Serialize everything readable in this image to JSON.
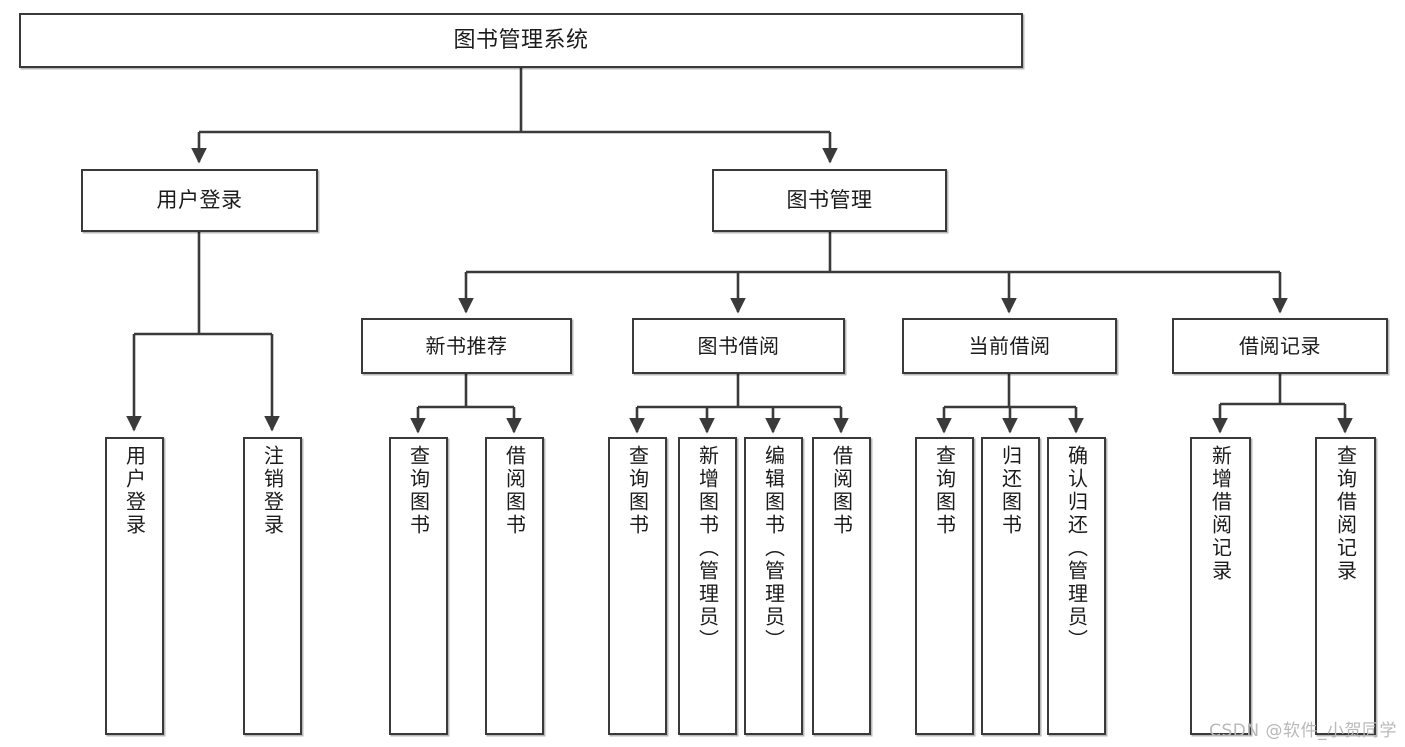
{
  "diagram": {
    "title": "图书管理系统",
    "watermark": "CSDN @软件_小贺同学",
    "colors": {
      "node_border": "#3a3a3a",
      "node_fill": "#ffffff",
      "edge": "#3a3a3a",
      "text": "#1b1b1b",
      "watermark": "#b9b9b9",
      "background": "#ffffff"
    },
    "root": {
      "label": "图书管理系统"
    },
    "level2": [
      {
        "label": "用户登录"
      },
      {
        "label": "图书管理"
      }
    ],
    "level3": [
      {
        "label": "新书推荐"
      },
      {
        "label": "图书借阅"
      },
      {
        "label": "当前借阅"
      },
      {
        "label": "借阅记录"
      }
    ],
    "leaves": {
      "user_login": [
        {
          "label": "用户登录"
        },
        {
          "label": "注销登录"
        }
      ],
      "new_book_recommend": [
        {
          "label": "查询图书"
        },
        {
          "label": "借阅图书"
        }
      ],
      "book_borrow": [
        {
          "label": "查询图书"
        },
        {
          "label": "新增图书（管理员）"
        },
        {
          "label": "编辑图书（管理员）"
        },
        {
          "label": "借阅图书"
        }
      ],
      "current_borrow": [
        {
          "label": "查询图书"
        },
        {
          "label": "归还图书"
        },
        {
          "label": "确认归还（管理员）"
        }
      ],
      "borrow_record": [
        {
          "label": "新增借阅记录"
        },
        {
          "label": "查询借阅记录"
        }
      ]
    }
  }
}
